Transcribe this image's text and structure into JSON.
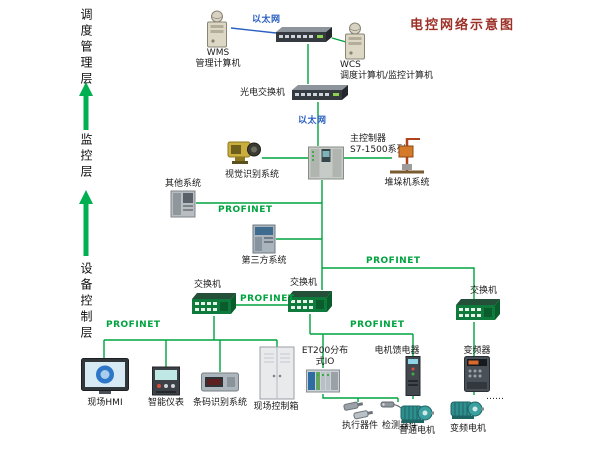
{
  "title": "电控网络示意图",
  "layers": {
    "management": "调度管理层",
    "monitoring": "监控层",
    "device_control": "设备控制层"
  },
  "net": {
    "ethernet": "以太网",
    "profinet": "PROFINET"
  },
  "nodes": {
    "wms": {
      "name": "WMS",
      "desc": "管理计算机"
    },
    "wcs": {
      "name": "WCS",
      "desc": "调度计算机/监控计算机"
    },
    "fiber_switch": {
      "label": "光电交换机"
    },
    "main_controller": {
      "name": "主控制器",
      "desc": "S7-1500系列"
    },
    "vision_system": {
      "label": "视觉识别系统"
    },
    "stacker_system": {
      "label": "堆垛机系统"
    },
    "other_system": {
      "label": "其他系统"
    },
    "third_party_system": {
      "label": "第三方系统"
    },
    "switch": {
      "label": "交换机"
    },
    "field_hmi": {
      "label": "现场HMI"
    },
    "smart_meter": {
      "label": "智能仪表"
    },
    "barcode_system": {
      "label": "条码识别系统"
    },
    "field_control_box": {
      "label": "现场控制箱"
    },
    "et200_io": {
      "label": "ET200分布式IO"
    },
    "actuators": {
      "label": "执行器件"
    },
    "sensors": {
      "label": "检测器件"
    },
    "motor_feeder": {
      "label": "电机馈电器"
    },
    "normal_motor": {
      "label": "普通电机"
    },
    "vfd": {
      "label": "变频器"
    },
    "vfd_motor": {
      "label": "变频电机"
    },
    "more": {
      "label": "……"
    }
  },
  "colors": {
    "line_green": "#00a33e",
    "arrow_green": "#00b050",
    "ethernet_blue": "#2a5fc0",
    "title_red": "#9c2f26"
  }
}
